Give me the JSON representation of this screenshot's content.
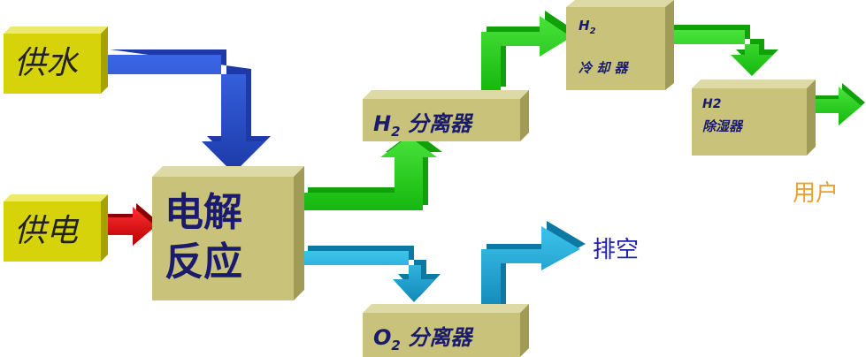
{
  "inputs": {
    "water": "供水",
    "power": "供电"
  },
  "reactor": {
    "line1": "电解",
    "line2": "反应"
  },
  "h2_separator": {
    "prefix": "H",
    "sub": "2",
    "label": "分离器"
  },
  "o2_separator": {
    "prefix": "O",
    "sub": "2",
    "label": "分离器"
  },
  "cooler": {
    "title": "H",
    "title_sub": "2",
    "label": "冷 却 器"
  },
  "dehumidifier": {
    "title": "H2",
    "label": "除湿器"
  },
  "outputs": {
    "user": "用户",
    "vent": "排空"
  },
  "colors": {
    "box_front": "#c8c27a",
    "box_top": "#dedaa6",
    "box_side": "#a19b58",
    "input_box": "#d6d30a",
    "water_arrow": "#2448c8",
    "power_arrow": "#d01010",
    "h2_arrow": "#1fcc16",
    "o2_arrow": "#1aa2d4",
    "user_text": "#f0a030",
    "vent_text": "#2020b0"
  }
}
